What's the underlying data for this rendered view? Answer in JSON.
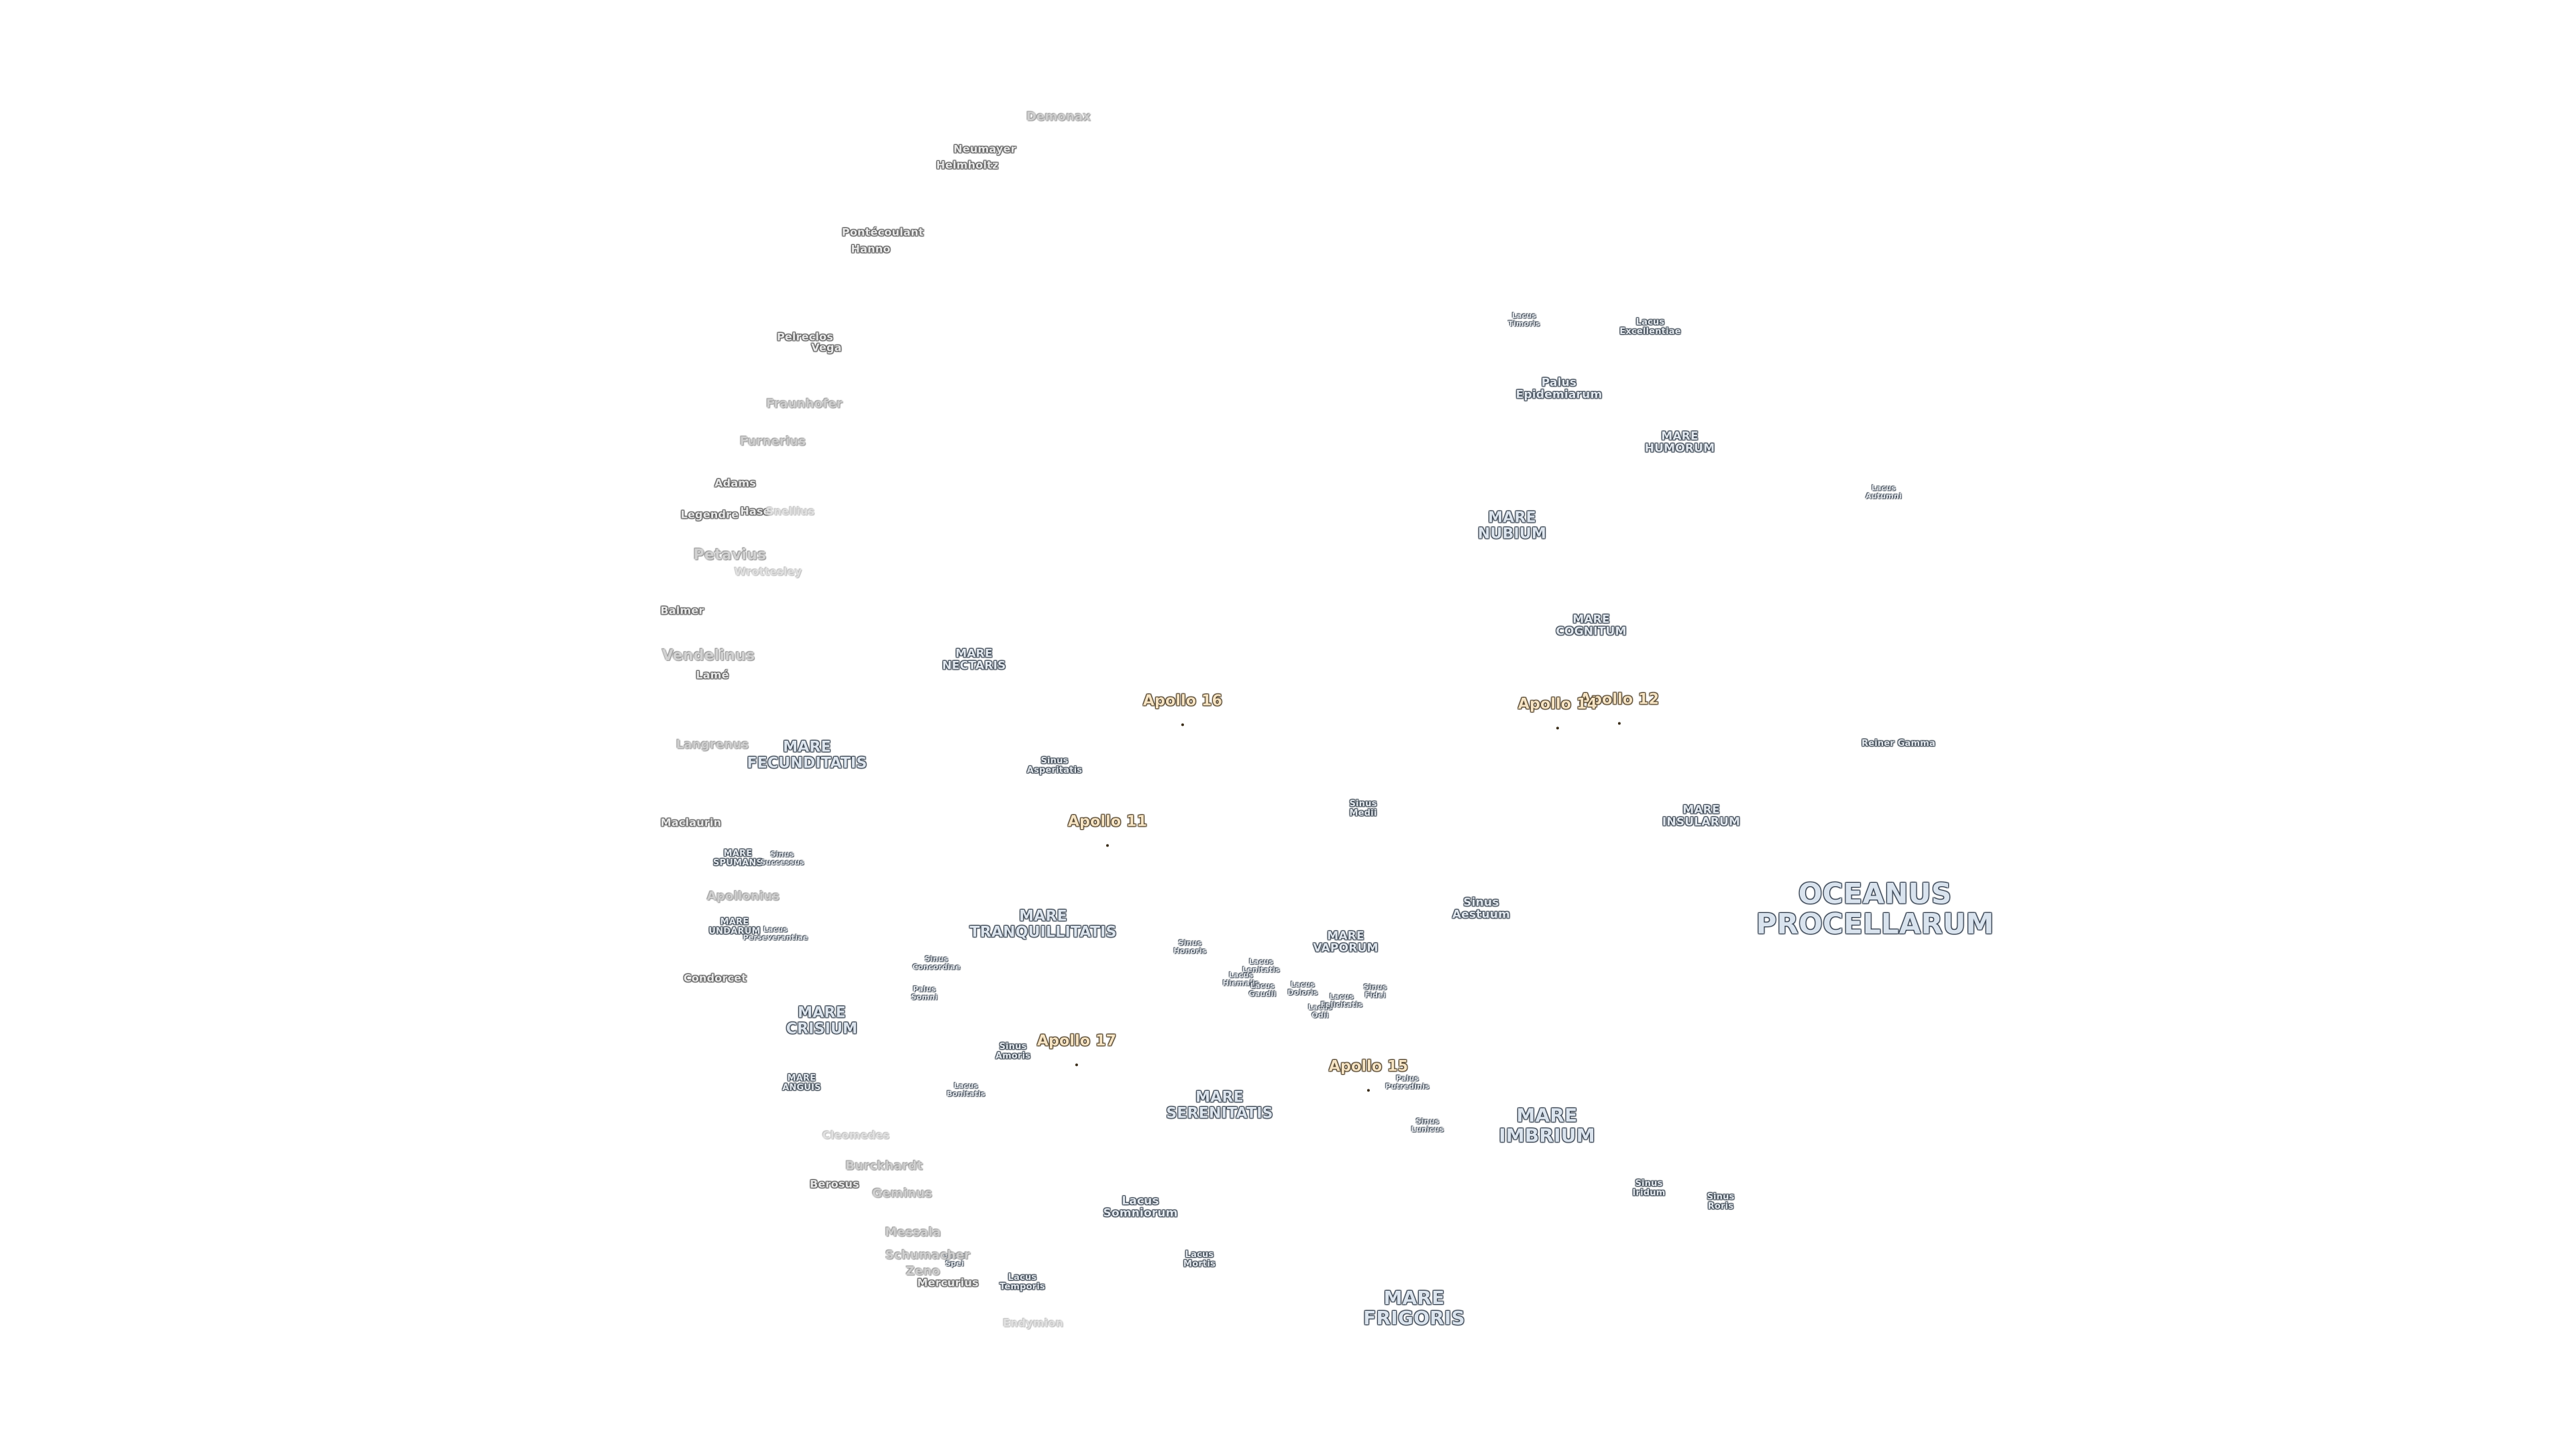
{
  "map": {
    "colors": {
      "background": "#ffffff",
      "sea_fill": "#dde5ee",
      "sea_outline": "#2f3a48",
      "apollo_fill": "#f6e4c4",
      "apollo_outline": "#4a3a22"
    },
    "labels": {
      "oceanus_procellarum": "OCEANUS\nPROCELLARUM",
      "mare_frigoris": "MARE\nFRIGORIS",
      "mare_imbrium": "MARE\nIMBRIUM",
      "mare_serenitatis": "MARE\nSERENITATIS",
      "mare_tranquillitatis": "MARE\nTRANQUILLITATIS",
      "mare_crisium": "MARE\nCRISIUM",
      "mare_fecunditatis": "MARE\nFECUNDITATIS",
      "mare_nubium": "MARE\nNUBIUM",
      "mare_humorum": "MARE\nHUMORUM",
      "mare_insularum": "MARE\nINSULARUM",
      "mare_cognitum": "MARE\nCOGNITUM",
      "mare_nectaris": "MARE\nNECTARIS",
      "mare_vaporum": "MARE\nVAPORUM",
      "mare_anguis": "MARE\nANGUIS",
      "mare_spumans": "MARE\nSPUMANS",
      "mare_undarum": "MARE\nUNDARUM",
      "lacus_somniorum": "Lacus\nSomniorum",
      "sinus_aestuum": "Sinus\nAestuum",
      "sinus_medii": "Sinus\nMedii",
      "sinus_iridum": "Sinus\nIridum",
      "sinus_roris": "Sinus\nRoris",
      "sinus_asperitatis": "Sinus\nAsperitatis",
      "sinus_concordiae": "Sinus\nConcordiae",
      "sinus_amoris": "Sinus\nAmoris",
      "sinus_honoris": "Sinus\nHonoris",
      "sinus_fidei": "Sinus\nFidei",
      "sinus_lunicus": "Sinus\nLunicus",
      "sinus_successus": "Sinus\nSuccessus",
      "sinus_epidemiarum": "Palus\nEpidemiarum",
      "palus_somni": "Palus\nSomni",
      "palus_putredinis": "Palus\nPutredinis",
      "lacus_timoris": "Lacus\nTimoris",
      "lacus_excellentiae": "Lacus\nExcellentiae",
      "lacus_autumni": "Lacus\nAutumni",
      "lacus_bonitatis": "Lacus\nBonitatis",
      "lacus_mortis": "Lacus\nMortis",
      "lacus_temporis": "Lacus\nTemporis",
      "lacus_spei": "Lacus\nSpei",
      "lacus_perseverantiae": "Lacus\nPerseverantiae",
      "lacus_lenitatis": "Lacus\nLenitatis",
      "lacus_hiemalis": "Lacus\nHiemalis",
      "lacus_gaudii": "Lacus\nGaudii",
      "lacus_doloris": "Lacus\nDoloris",
      "lacus_odii": "Lacus\nOdii",
      "lacus_felicitatis": "Lacus\nFelicitatis",
      "reiner_gamma": "Reiner Gamma",
      "demonax": "Demonax",
      "neumayer": "Neumayer",
      "helmholtz": "Helmholtz",
      "pontecoulant": "Pontécoulant",
      "hanno": "Hanno",
      "pelreclos": "Pelreclos",
      "vega": "Vega",
      "fraunhofer": "Fraunhofer",
      "furnerius": "Furnerius",
      "adams": "Adams",
      "legendre": "Legendre",
      "hase": "Hase",
      "snellius": "Snellius",
      "petavius": "Petavius",
      "wrottesley": "Wrottesley",
      "balmer": "Balmer",
      "vendelinus": "Vendelinus",
      "lame": "Lamé",
      "langrenus": "Langrenus",
      "maclaurin": "Maclaurin",
      "apollonius": "Apollonius",
      "condorcet": "Condorcet",
      "cleomedes": "Cleomedes",
      "burckhardt": "Burckhardt",
      "berosus": "Berosus",
      "geminus": "Geminus",
      "messala": "Messala",
      "schumacher": "Schumacher",
      "zeno": "Zeno",
      "mercurius": "Mercurius",
      "endymion": "Endymion"
    },
    "apollo_sites": [
      {
        "key": "a11",
        "label": "Apollo 11"
      },
      {
        "key": "a12",
        "label": "Apollo 12"
      },
      {
        "key": "a14",
        "label": "Apollo 14"
      },
      {
        "key": "a15",
        "label": "Apollo 15"
      },
      {
        "key": "a16",
        "label": "Apollo 16"
      },
      {
        "key": "a17",
        "label": "Apollo 17"
      }
    ]
  }
}
